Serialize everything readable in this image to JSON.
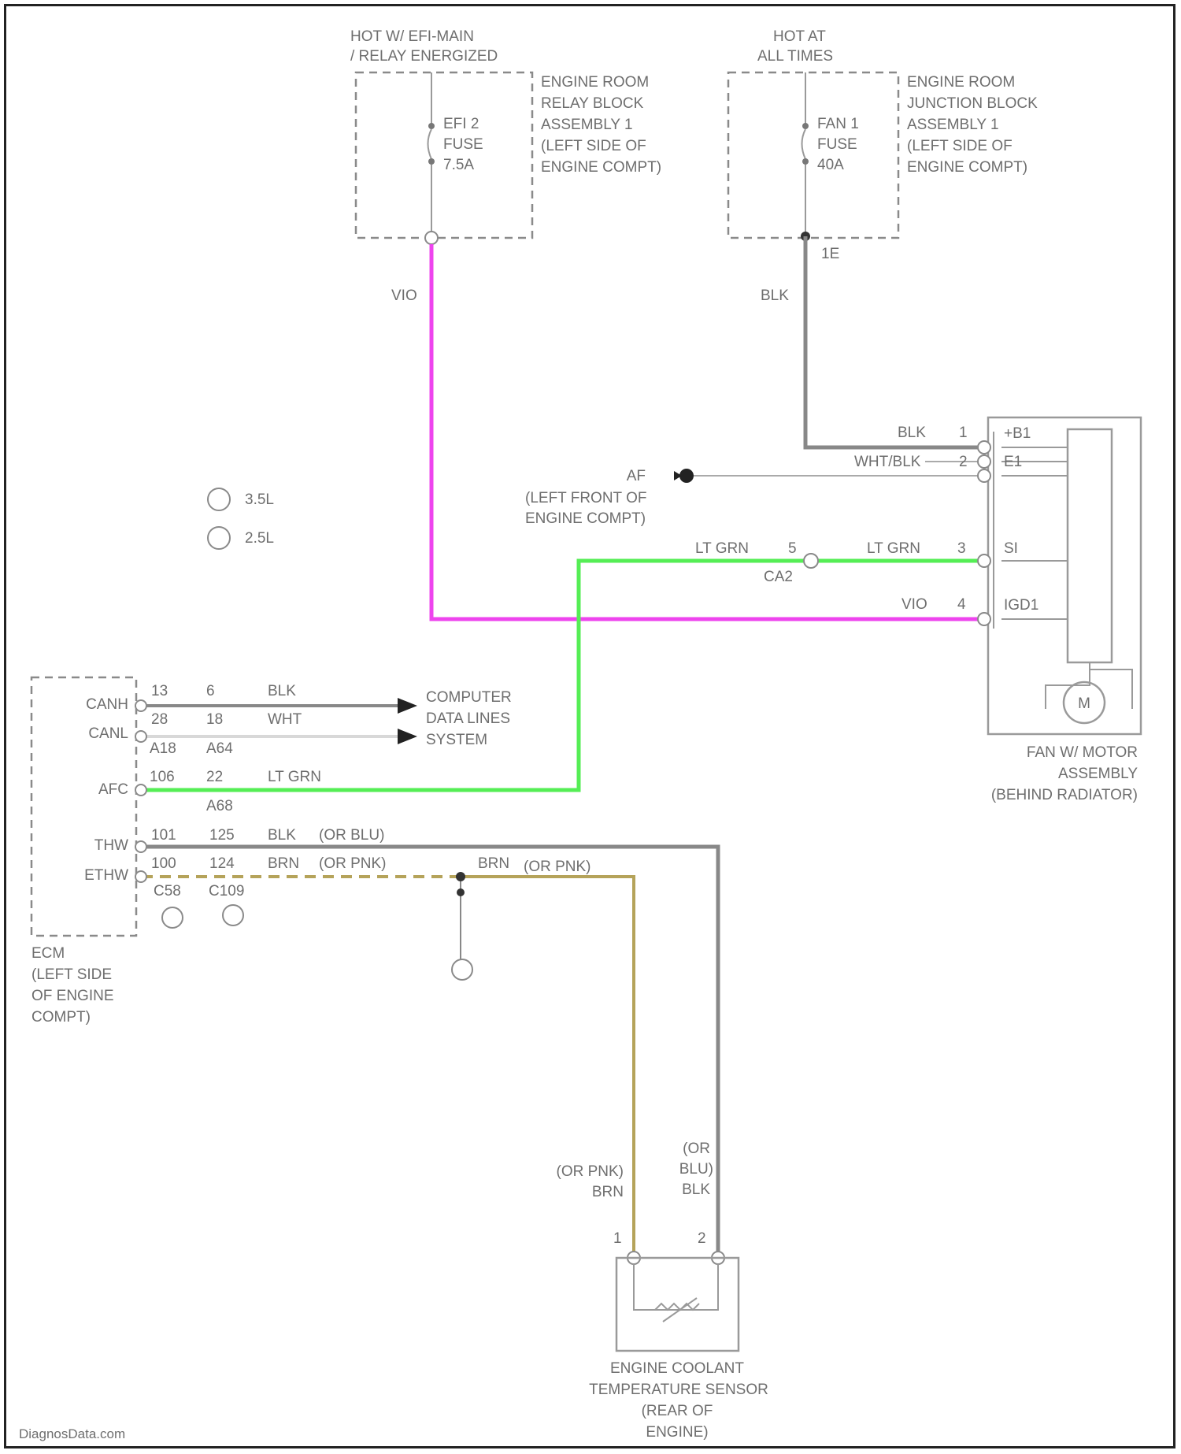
{
  "colors": {
    "wire_vio": "#ee44ee",
    "wire_ltgrn": "#55ee55",
    "wire_blk": "#888888",
    "wire_brn": "#b5a35a",
    "wire_wht": "#d8d8d8",
    "component_outline": "#8a8a8a"
  },
  "fuse_efi": {
    "hot_label_1": "HOT W/ EFI-MAIN",
    "hot_label_2": "/ RELAY ENERGIZED",
    "fuse_line_1": "EFI 2",
    "fuse_line_2": "FUSE",
    "fuse_line_3": "7.5A",
    "block_line_1": "ENGINE ROOM",
    "block_line_2": "RELAY BLOCK",
    "block_line_3": "ASSEMBLY 1",
    "block_line_4": "(LEFT SIDE OF",
    "block_line_5": "ENGINE COMPT)",
    "wire_color": "VIO"
  },
  "fuse_fan": {
    "hot_label_1": "HOT AT",
    "hot_label_2": "ALL TIMES",
    "fuse_line_1": "FAN 1",
    "fuse_line_2": "FUSE",
    "fuse_line_3": "40A",
    "block_line_1": "ENGINE ROOM",
    "block_line_2": "JUNCTION BLOCK",
    "block_line_3": "ASSEMBLY 1",
    "block_line_4": "(LEFT SIDE OF",
    "block_line_5": "ENGINE COMPT)",
    "terminal": "1E",
    "wire_color": "BLK"
  },
  "legend": {
    "item_1": "3.5L",
    "item_2": "2.5L"
  },
  "ground": {
    "id": "AF",
    "location_1": "(LEFT FRONT OF",
    "location_2": "ENGINE COMPT)"
  },
  "fan_motor": {
    "pins": [
      {
        "wire": "BLK",
        "num": "1",
        "name": "+B1"
      },
      {
        "wire": "WHT/BLK",
        "num": "2",
        "name": "E1"
      },
      {
        "wire": "LT GRN",
        "num": "3",
        "name": "SI"
      },
      {
        "wire": "VIO",
        "num": "4",
        "name": "IGD1"
      }
    ],
    "motor_symbol": "M",
    "name_1": "FAN W/ MOTOR",
    "name_2": "ASSEMBLY",
    "name_3": "(BEHIND RADIATOR)"
  },
  "connector_ca2": {
    "wire": "LT GRN",
    "pin": "5",
    "name": "CA2"
  },
  "ecm": {
    "pin_canh": "CANH",
    "pin_canl": "CANL",
    "pin_afc": "AFC",
    "pin_thw": "THW",
    "pin_ethw": "ETHW",
    "canh_num_a": "13",
    "canh_num_b": "6",
    "canh_wire": "BLK",
    "canl_num_a": "28",
    "canl_num_b": "18",
    "canl_wire": "WHT",
    "canl_conn_a": "A18",
    "canl_conn_b": "A64",
    "afc_num_a": "106",
    "afc_num_b": "22",
    "afc_wire": "LT GRN",
    "afc_conn_b": "A68",
    "thw_num_a": "101",
    "thw_num_b": "125",
    "thw_wire": "BLK",
    "thw_alt": "(OR BLU)",
    "ethw_num_a": "100",
    "ethw_num_b": "124",
    "ethw_wire": "BRN",
    "ethw_alt": "(OR PNK)",
    "conn_1": "C58",
    "conn_2": "C109",
    "data_lines_1": "COMPUTER",
    "data_lines_2": "DATA LINES",
    "data_lines_3": "SYSTEM",
    "name_1": "ECM",
    "name_2": "(LEFT SIDE",
    "name_3": "OF ENGINE",
    "name_4": "COMPT)"
  },
  "brn_run": {
    "wire": "BRN",
    "alt": "(OR PNK)"
  },
  "sensor": {
    "wire_1_a": "(OR PNK)",
    "wire_1_b": "BRN",
    "wire_2_a": "(OR",
    "wire_2_b": "BLU)",
    "wire_2_c": "BLK",
    "pin_1": "1",
    "pin_2": "2",
    "name_1": "ENGINE COOLANT",
    "name_2": "TEMPERATURE SENSOR",
    "name_3": "(REAR OF",
    "name_4": "ENGINE)"
  },
  "watermark": "DiagnosData.com"
}
